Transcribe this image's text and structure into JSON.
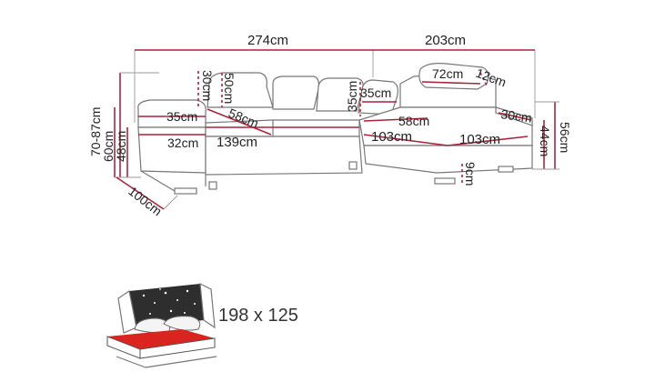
{
  "diagram": {
    "dimensions": {
      "total_width": "274cm",
      "chaise_width": "203cm",
      "height_range": "70-87cm",
      "side_height": "60cm",
      "seat_height": "48cm",
      "depth": "100cm",
      "armrest_depth": "35cm",
      "armrest_width": "32cm",
      "headrest_height": "30cm",
      "headrest_width": "50cm",
      "seat_depth_left": "58cm",
      "seat_width": "139cm",
      "backrest_height": "35cm",
      "corner_depth": "35cm",
      "headrest_length": "72cm",
      "headrest_depth": "12cm",
      "chaise_armrest": "30cm",
      "seat_depth_right": "58cm",
      "chaise_length_a": "103cm",
      "chaise_length_b": "103cm",
      "chaise_side_height": "44cm",
      "chaise_total_height": "56cm",
      "leg_height": "9cm"
    },
    "bed_size": "198 x 125"
  },
  "colors": {
    "dimension_line": "#a8243a",
    "outline": "#777777",
    "bed_fill": "#d9241f"
  }
}
